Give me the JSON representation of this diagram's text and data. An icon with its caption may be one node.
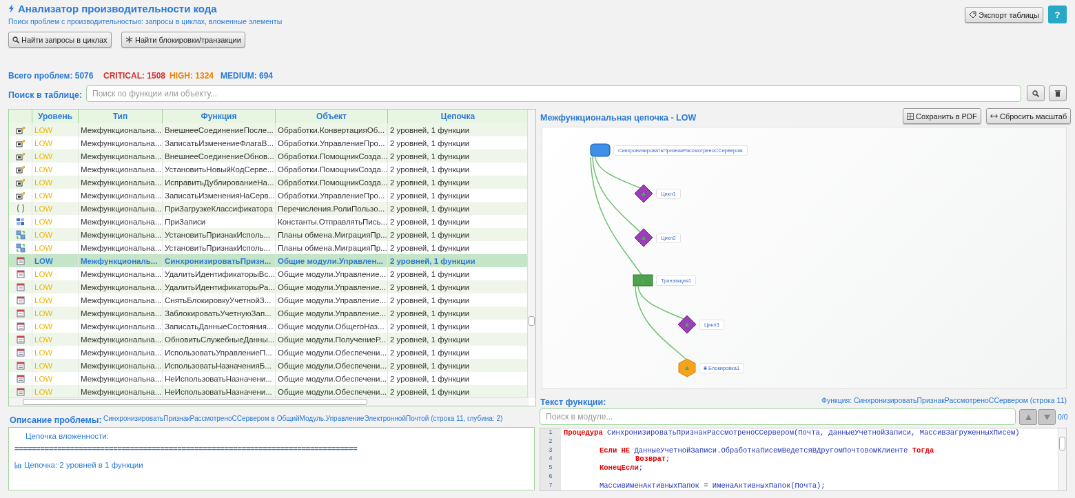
{
  "diagram": {
    "title": "Анализатор производительности кода",
    "nodes": [
      {
        "text": [
          "СинхронизироватьПризнакРассмотреноССервером"
        ]
      },
      {
        "text": [
          "Цикл1"
        ]
      },
      {
        "text": [
          "Цикл2"
        ]
      },
      {
        "text": [
          "Транзакция1"
        ]
      },
      {
        "text": [
          "Цикл3"
        ]
      },
      {
        "text": [
          "Блокировка1"
        ]
      }
    ],
    "edges": [
      {
        "from": 0,
        "to": 1,
        "arrow": "none"
      },
      {
        "from": 0,
        "to": 2,
        "arrow": "none"
      },
      {
        "from": 0,
        "to": 3,
        "arrow": "none"
      },
      {
        "from": 3,
        "to": 4,
        "arrow": "none"
      },
      {
        "from": 3,
        "to": 5,
        "arrow": "none"
      }
    ],
    "labels": [
      "Поиск проблем с производительностью: запросы в циклах, вложенные элементы",
      "Экспорт таблицы",
      "?",
      "Найти запросы в циклах",
      "Найти блокировки/транзакции",
      "Всего проблем: 5076",
      "CRITICAL: 1508",
      "HIGH: 1324",
      "MEDIUM: 694",
      "Поиск в таблице:",
      "Поиск по функции или объекту...",
      "Уровень",
      "Тип",
      "Функция",
      "Объект",
      "Цепочка",
      "LOW",
      "Межфункциональна...",
      "ВнешнееСоединениеПосле...",
      "Обработки.КонвертацияОб...",
      "2 уровней, 1 функции",
      "LOW",
      "Межфункциональна...",
      "ЗаписатьИзменениеФлагаВ...",
      "Обработки.УправлениеПро...",
      "2 уровней, 1 функции",
      "LOW",
      "Межфункциональна...",
      "ВнешнееСоединениеОбнов...",
      "Обработки.ПомощникСозда...",
      "2 уровней, 1 функции",
      "LOW",
      "Межфункциональна...",
      "УстановитьНовыйКодСерве...",
      "Обработки.ПомощникСозда...",
      "2 уровней, 1 функции",
      "LOW",
      "Межфункциональна...",
      "ИсправитьДублированиеНа...",
      "Обработки.ПомощникСозда...",
      "2 уровней, 1 функции",
      "LOW",
      "Межфункциональна...",
      "ЗаписатьИзмененияНаСерв...",
      "Обработки.УправлениеПро...",
      "2 уровней, 1 функции",
      "LOW",
      "Межфункциональна...",
      "ПриЗагрузкеКлассификатора",
      "Перечисления.РолиПользо...",
      "2 уровней, 1 функции",
      "LOW",
      "Межфункциональна...",
      "ПриЗаписи",
      "Константы.ОтправлятьПись...",
      "2 уровней, 1 функции",
      "LOW",
      "Межфункциональна...",
      "УстановитьПризнакИсполь...",
      "Планы обмена.МиграцияПр...",
      "2 уровней, 1 функции",
      "LOW",
      "Межфункциональна...",
      "УстановитьПризнакИсполь...",
      "Планы обмена.МиграцияПр...",
      "2 уровней, 1 функции",
      "LOW",
      "Межфункциональ...",
      "СинхронизироватьПризн...",
      "Общие модули.Управлен...",
      "2 уровней, 1 функции",
      "LOW",
      "Межфункциональна...",
      "УдалитьИдентификаторыВс...",
      "Общие модули.Управление...",
      "2 уровней, 1 функции",
      "LOW",
      "Межфункциональна...",
      "УдалитьИдентификаторыРа...",
      "Общие модули.Управление...",
      "2 уровней, 1 функции",
      "LOW",
      "Межфункциональна...",
      "СнятьБлокировкуУчетнойЗ...",
      "Общие модули.Управление...",
      "2 уровней, 1 функции",
      "LOW",
      "Межфункциональна...",
      "ЗаблокироватьУчетнуюЗап...",
      "Общие модули.Управление...",
      "2 уровней, 1 функции",
      "LOW",
      "Межфункциональна...",
      "ЗаписатьДанныеСостояния...",
      "Общие модули.ОбщегоНаз...",
      "2 уровней, 1 функции",
      "LOW",
      "Межфункциональна...",
      "ОбновитьСлужебныеДанны...",
      "Общие модули.ПолучениеР...",
      "2 уровней, 1 функции",
      "LOW",
      "Межфункциональна...",
      "ИспользоватьУправлениеП...",
      "Общие модули.Обеспечени...",
      "2 уровней, 1 функции",
      "LOW",
      "Межфункциональна...",
      "ИспользоватьНазначенияБ...",
      "Общие модули.Обеспечени...",
      "2 уровней, 1 функции",
      "LOW",
      "Межфункциональна...",
      "НеИспользоватьНазначени...",
      "Общие модули.Обеспечени...",
      "2 уровней, 1 функции",
      "LOW",
      "Межфункциональна...",
      "НеИспользоватьНазначени...",
      "Общие модули.Обеспечени...",
      "2 уровней, 1 функции",
      "Описание проблемы:",
      "СинхронизироватьПризнакРассмотреноССервером в ОбщийМодуль.УправлениеЭлектроннойПочтой (строка 11, глубина: 2)",
      "Цепочка вложенности:",
      "================================================================================",
      "Цепочка: 2 уровней в 1 функции",
      "Межфункциональная цепочка - LOW",
      "Сохранить в PDF",
      "Сбросить масштаб",
      "Текст функции:",
      "Функция: СинхронизироватьПризнакРассмотреноССервером (строка 11)",
      "Поиск в модуле...",
      "0/0",
      "1",
      "2",
      "3",
      "4",
      "5",
      "6",
      "7",
      "**Процедура** СинхронизироватьПризнакРассмотреноССервером(Почта, ДанныеУчетнойЗаписи, МассивЗагруженныхПисем)",
      "**Если НЕ** ДанныеУчетнойЗаписи.ОбработкаПисемВедетсяВДругомПочтовомКлиенте **Тогда**",
      "**Возврат**;",
      "**КонецЕсли**;",
      "МассивИменАктивныхПапок = ИменаАктивныхПапок(Почта);"
    ]
  }
}
